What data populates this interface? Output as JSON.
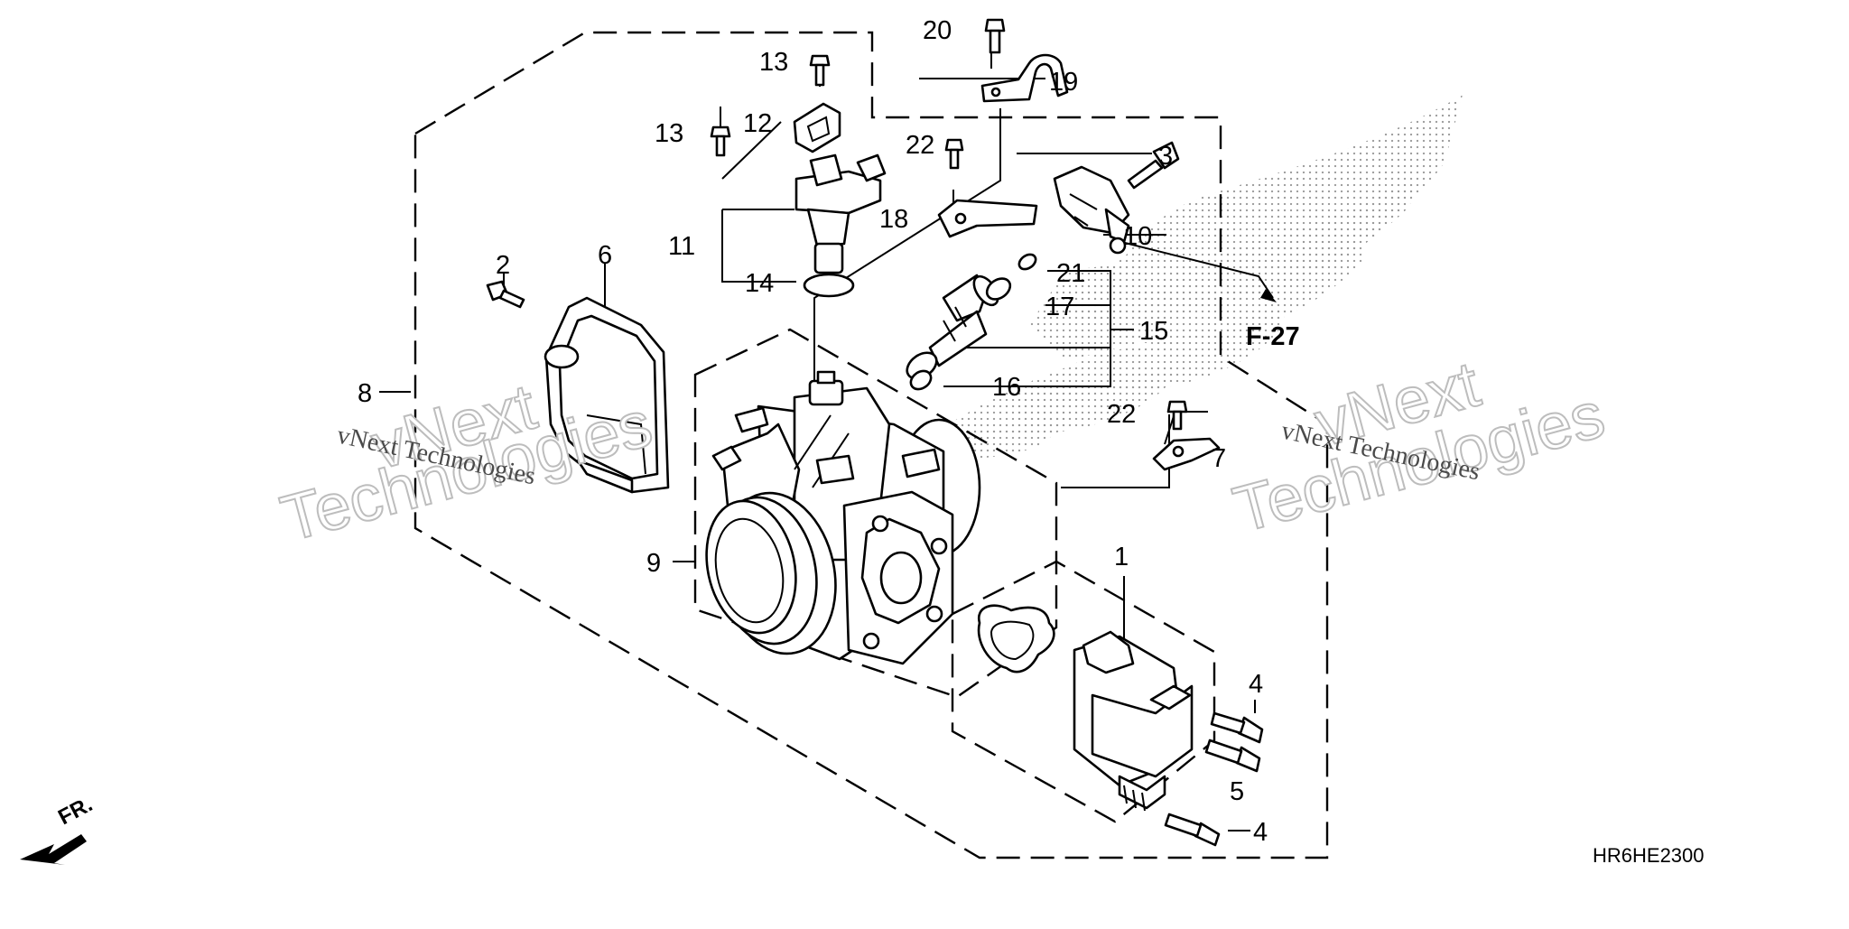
{
  "callouts": {
    "c1": "1",
    "c2": "2",
    "c3": "3",
    "c4a": "4",
    "c4b": "4",
    "c5": "5",
    "c6": "6",
    "c7": "7",
    "c8": "8",
    "c9": "9",
    "c10": "10",
    "c11": "11",
    "c12": "12",
    "c13a": "13",
    "c13b": "13",
    "c14": "14",
    "c15": "15",
    "c16": "16",
    "c17": "17",
    "c18": "18",
    "c19": "19",
    "c20": "20",
    "c21": "21",
    "c22a": "22",
    "c22b": "22"
  },
  "reference": "F-27",
  "front_marker": "FR.",
  "diagram_code": "HR6HE2300",
  "watermark": {
    "brand": "vNext",
    "word": "Technologies",
    "caption": "vNext Technologies"
  },
  "colors": {
    "line": "#000000",
    "background": "#ffffff",
    "watermark": "#bdbdbd"
  }
}
